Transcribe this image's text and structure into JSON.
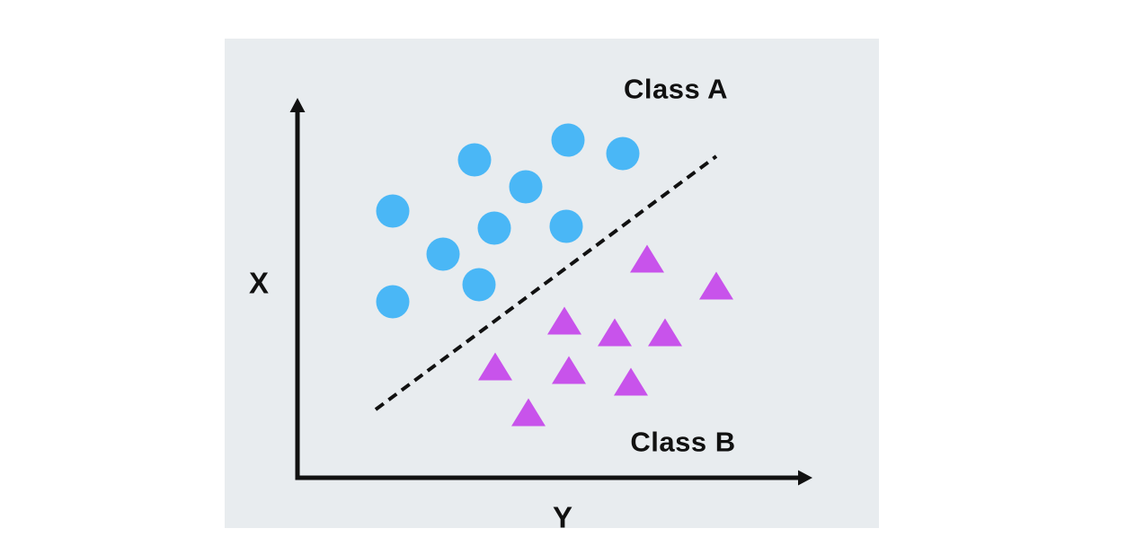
{
  "page": {
    "background": "#ffffff"
  },
  "panel": {
    "background": "#E8ECEF"
  },
  "labels": {
    "class_a": "Class A",
    "class_b": "Class B",
    "vertical_axis": "X",
    "horizontal_axis": "Y"
  },
  "colors": {
    "class_a_marker": "#4AB7F6",
    "class_b_marker": "#C853EB",
    "axis": "#111111",
    "boundary": "#111111",
    "text": "#111111"
  },
  "chart_data": {
    "type": "scatter",
    "title": "",
    "xlabel": "Y",
    "ylabel": "X",
    "legend_position": "none",
    "axes_numeric": false,
    "grid": false,
    "units": "px relative to plot panel (728x545)",
    "series": [
      {
        "name": "Class A",
        "marker": "circle",
        "color": "#4AB7F6",
        "marker_size": 37,
        "points": [
          [
            278,
            135
          ],
          [
            382,
            113
          ],
          [
            443,
            128
          ],
          [
            335,
            165
          ],
          [
            187,
            192
          ],
          [
            300,
            211
          ],
          [
            380,
            209
          ],
          [
            243,
            240
          ],
          [
            283,
            274
          ],
          [
            187,
            293
          ]
        ]
      },
      {
        "name": "Class B",
        "marker": "triangle",
        "color": "#C853EB",
        "marker_size": 37,
        "points": [
          [
            470,
            245
          ],
          [
            547,
            275
          ],
          [
            378,
            314
          ],
          [
            434,
            327
          ],
          [
            490,
            327
          ],
          [
            301,
            365
          ],
          [
            383,
            369
          ],
          [
            452,
            382
          ],
          [
            338,
            416
          ]
        ]
      }
    ],
    "decision_boundary": {
      "style": "dashed",
      "color": "#111111",
      "stroke_width": 4,
      "dash_pattern": "11 7",
      "from": [
        168,
        413
      ],
      "to": [
        547,
        131
      ]
    },
    "axes": {
      "origin": [
        81,
        489
      ],
      "y_axis_tip": [
        81,
        69
      ],
      "x_axis_tip": [
        651,
        489
      ],
      "stroke_width": 5
    }
  }
}
